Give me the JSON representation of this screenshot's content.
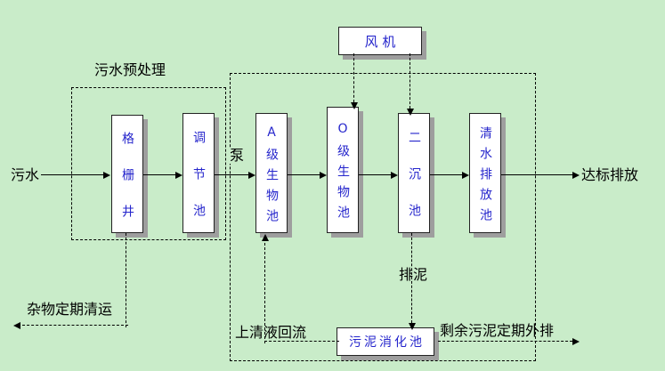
{
  "colors": {
    "background": "#c9ecc9",
    "box_fill": "#ffffff",
    "box_text": "#2626cc",
    "box_shadow": "#9e9e9e",
    "line": "#000000",
    "label_text": "#000000"
  },
  "labels": {
    "influent": "污水",
    "pretreatment": "污水预处理",
    "pump": "泵",
    "fan": "风 机",
    "grid_well": "格栅井",
    "regulating_tank": "调节池",
    "a_bio_tank": "A级生物池",
    "o_bio_tank": "O级生物池",
    "secondary_clarifier": "二沉池",
    "clear_water_tank": "清水排放池",
    "discharge": "达标排放",
    "sludge_digestion_tank": "污泥消化池",
    "supernatant_return": "上清液回流",
    "sludge_discharge": "排泥",
    "excess_sludge": "剩余污泥定期外排",
    "debris_removal": "杂物定期清运"
  }
}
